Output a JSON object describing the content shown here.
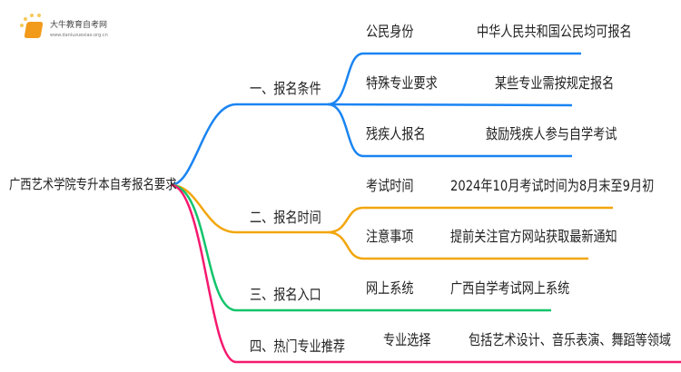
{
  "logo": {
    "name": "大牛教育自考网",
    "url": "www.daniuzuexiao.org.cn"
  },
  "root": "广西艺术学院专升本自考报名要求",
  "colors": {
    "b1": "#1a84f2",
    "b2": "#f2a60c",
    "b3": "#12c46b",
    "b4": "#f5196e"
  },
  "branches": [
    {
      "label": "一、报名条件",
      "children": [
        {
          "label": "公民身份",
          "leaf": "中华人民共和国公民均可报名"
        },
        {
          "label": "特殊专业要求",
          "leaf": "某些专业需按规定报名"
        },
        {
          "label": "残疾人报名",
          "leaf": "鼓励残疾人参与自学考试"
        }
      ]
    },
    {
      "label": "二、报名时间",
      "children": [
        {
          "label": "考试时间",
          "leaf": "2024年10月考试时间为8月末至9月初"
        },
        {
          "label": "注意事项",
          "leaf": "提前关注官方网站获取最新通知"
        }
      ]
    },
    {
      "label": "三、报名入口",
      "children": [
        {
          "label": "网上系统",
          "leaf": "广西自学考试网上系统"
        }
      ]
    },
    {
      "label": "四、热门专业推荐",
      "children": [
        {
          "label": "专业选择",
          "leaf": "包括艺术设计、音乐表演、舞蹈等领域"
        }
      ]
    }
  ]
}
